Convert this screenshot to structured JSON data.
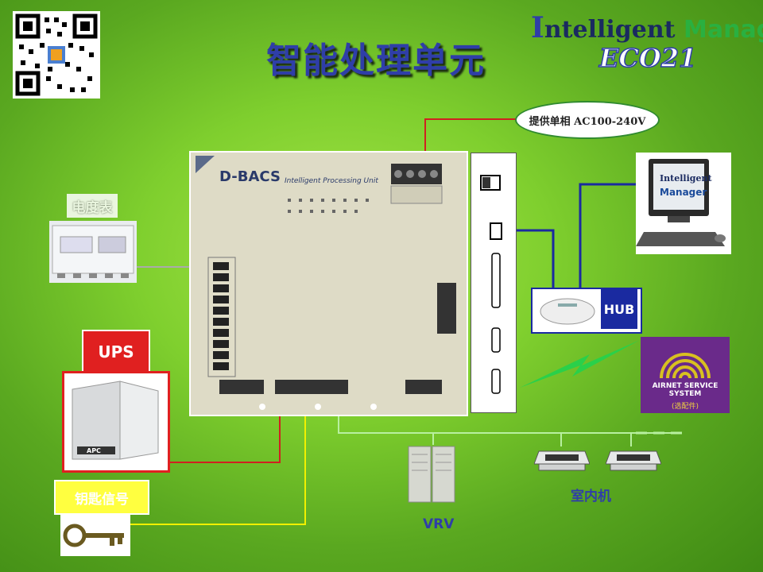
{
  "title": "智能处理单元",
  "logo": {
    "line1_prefix": "I",
    "line1_main": "ntelligent",
    "line1_manager": "Manager",
    "line2": "ECO21"
  },
  "power_label": "提供单相 AC100-240V",
  "controller": {
    "brand": "D-BACS",
    "subtitle": "Intelligent Processing Unit"
  },
  "monitor": {
    "screen_line1": "Intelligent",
    "screen_line2": "Manager"
  },
  "hub_label": "HUB",
  "meter_label": "电度表",
  "ups_label": "UPS",
  "ups_brand": "APC",
  "key_label": "钥匙信号",
  "airnet": {
    "line1": "AIRNET SERVICE",
    "line2": "SYSTEM",
    "note": "(选配件)"
  },
  "vrv_label": "VRV",
  "indoor_label": "室内机",
  "colors": {
    "title": "#2f3ea8",
    "power_line": "#d02020",
    "network_line": "#1a2aa0",
    "signal_line": "#f0f000",
    "indoor_line": "#b8f0a0"
  }
}
